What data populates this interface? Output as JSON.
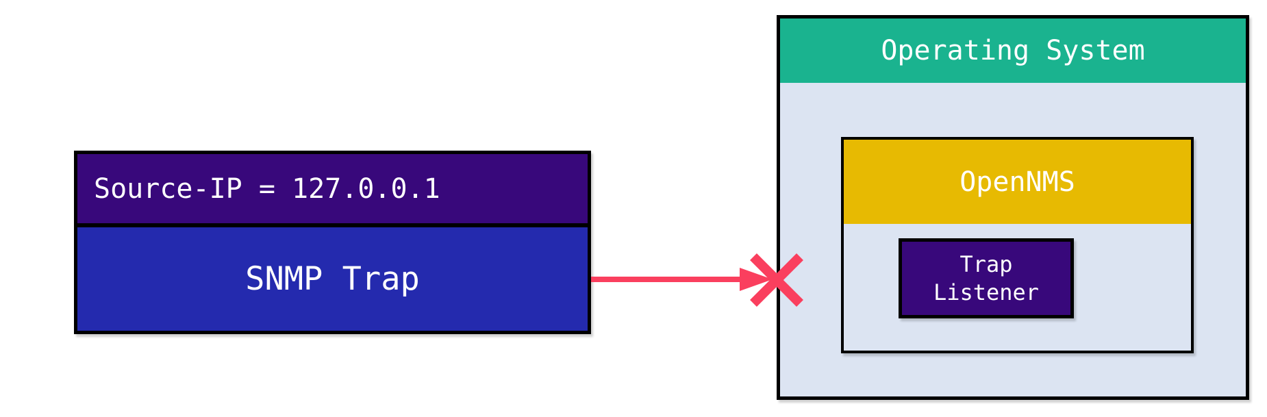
{
  "nodes": {
    "snmp_trap": {
      "attribute": "Source-IP = 127.0.0.1",
      "label": "SNMP Trap",
      "attribute_color": "#38087b",
      "body_color": "#242aae"
    },
    "operating_system": {
      "label": "Operating System",
      "header_color": "#1ab38f",
      "body_color": "#dce4f2"
    },
    "opennms": {
      "label": "OpenNMS",
      "header_color": "#e7ba02",
      "body_color": "#dce4f2"
    },
    "trap_listener": {
      "label": "Trap Listener",
      "fill_color": "#38087b"
    }
  },
  "connection": {
    "from": "SNMP Trap",
    "to": "Operating System",
    "status": "blocked",
    "color": "#fa3f5e"
  },
  "colors": {
    "border": "#000000",
    "text": "#ffffff",
    "background": "#ffffff"
  }
}
